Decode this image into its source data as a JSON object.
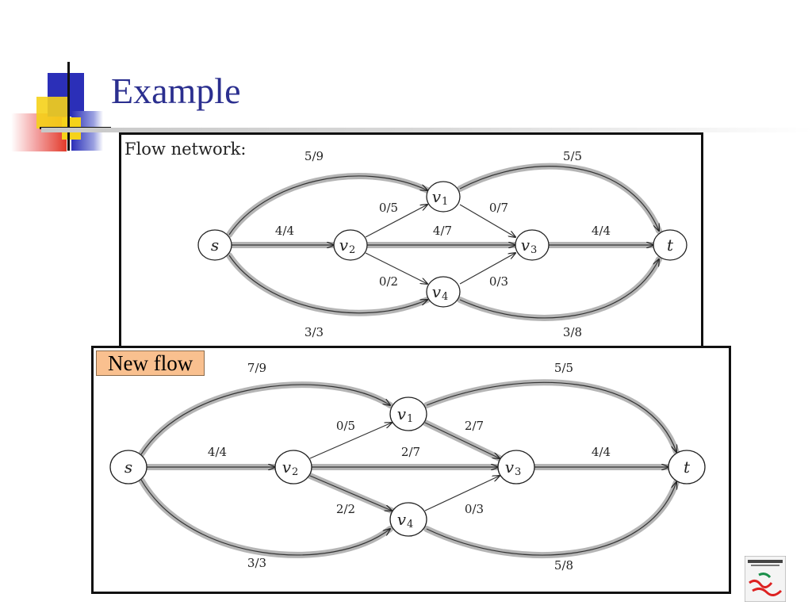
{
  "slide": {
    "title": "Example",
    "top_label": "Flow network:",
    "bottom_label": "New flow"
  },
  "colors": {
    "title": "#2b2f8f",
    "label_bg": "#f9c08f",
    "deco_blue": "#2b2fb8",
    "deco_yellow": "#f5d21a",
    "deco_red": "#e23a2a"
  },
  "icons": {
    "logo": "algorithms-book-cover-icon"
  },
  "networks": {
    "top": {
      "nodes": [
        {
          "id": "s",
          "main": "s",
          "sub": ""
        },
        {
          "id": "v1",
          "main": "v",
          "sub": "1"
        },
        {
          "id": "v2",
          "main": "v",
          "sub": "2"
        },
        {
          "id": "v3",
          "main": "v",
          "sub": "3"
        },
        {
          "id": "v4",
          "main": "v",
          "sub": "4"
        },
        {
          "id": "t",
          "main": "t",
          "sub": ""
        }
      ],
      "edges": [
        {
          "from": "s",
          "to": "v1",
          "label": "5/9"
        },
        {
          "from": "s",
          "to": "v2",
          "label": "4/4"
        },
        {
          "from": "s",
          "to": "v4",
          "label": "3/3"
        },
        {
          "from": "v2",
          "to": "v1",
          "label": "0/5"
        },
        {
          "from": "v2",
          "to": "v3",
          "label": "4/7"
        },
        {
          "from": "v2",
          "to": "v4",
          "label": "0/2"
        },
        {
          "from": "v1",
          "to": "v3",
          "label": "0/7"
        },
        {
          "from": "v4",
          "to": "v3",
          "label": "0/3"
        },
        {
          "from": "v1",
          "to": "t",
          "label": "5/5"
        },
        {
          "from": "v3",
          "to": "t",
          "label": "4/4"
        },
        {
          "from": "v4",
          "to": "t",
          "label": "3/8"
        }
      ]
    },
    "bottom": {
      "nodes": [
        {
          "id": "s",
          "main": "s",
          "sub": ""
        },
        {
          "id": "v1",
          "main": "v",
          "sub": "1"
        },
        {
          "id": "v2",
          "main": "v",
          "sub": "2"
        },
        {
          "id": "v3",
          "main": "v",
          "sub": "3"
        },
        {
          "id": "v4",
          "main": "v",
          "sub": "4"
        },
        {
          "id": "t",
          "main": "t",
          "sub": ""
        }
      ],
      "edges": [
        {
          "from": "s",
          "to": "v1",
          "label": "7/9"
        },
        {
          "from": "s",
          "to": "v2",
          "label": "4/4"
        },
        {
          "from": "s",
          "to": "v4",
          "label": "3/3"
        },
        {
          "from": "v2",
          "to": "v1",
          "label": "0/5"
        },
        {
          "from": "v2",
          "to": "v3",
          "label": "2/7"
        },
        {
          "from": "v2",
          "to": "v4",
          "label": "2/2"
        },
        {
          "from": "v1",
          "to": "v3",
          "label": "2/7"
        },
        {
          "from": "v4",
          "to": "v3",
          "label": "0/3"
        },
        {
          "from": "v1",
          "to": "t",
          "label": "5/5"
        },
        {
          "from": "v3",
          "to": "t",
          "label": "4/4"
        },
        {
          "from": "v4",
          "to": "t",
          "label": "5/8"
        }
      ]
    }
  }
}
